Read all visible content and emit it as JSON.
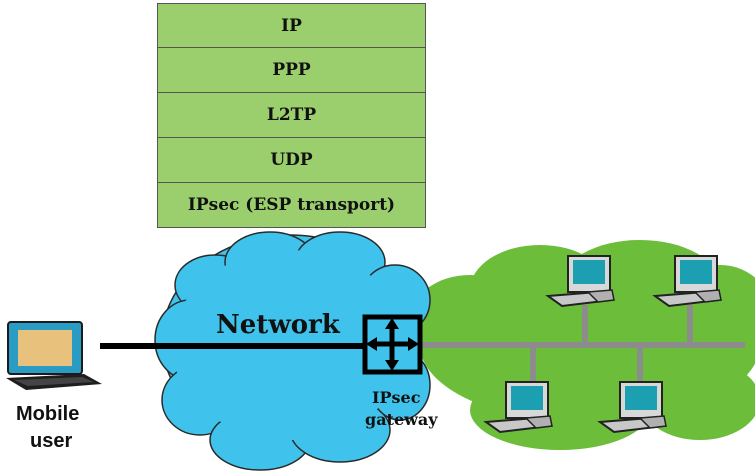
{
  "protocol_stack": {
    "layers": [
      "IP",
      "PPP",
      "L2TP",
      "UDP",
      "IPsec (ESP transport)"
    ]
  },
  "labels": {
    "network": "Network",
    "gateway_line1": "IPsec",
    "gateway_line2": "gateway",
    "mobile_line1": "Mobile",
    "mobile_line2": "user"
  },
  "colors": {
    "stack_fill": "#9bcf6e",
    "cloud_blue": "#3fc3ec",
    "lan_green": "#6cbd3a",
    "link_gray": "#8c8c8c"
  }
}
